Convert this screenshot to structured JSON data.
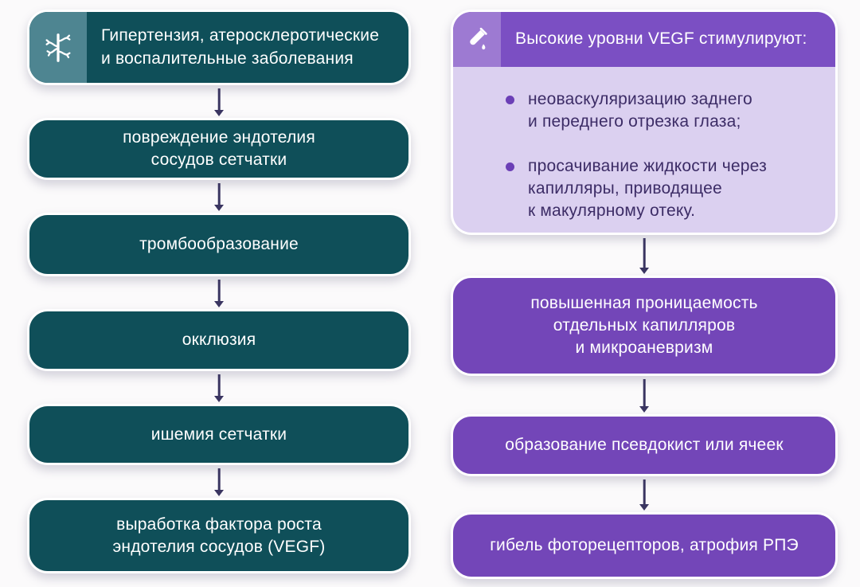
{
  "colors": {
    "bg": "#fbfafb",
    "teal_dark": "#0f4f59",
    "teal_icon_bg": "#4e8591",
    "purple_header": "#7b4fc3",
    "purple_icon_bg": "#9d7ad2",
    "purple_body_light": "#dbd0f0",
    "purple_box": "#7346b8",
    "arrow": "#3a3561",
    "text_light": "#ffffff",
    "text_dark_purple": "#3c2c66",
    "bullet_dot": "#6b3fb6"
  },
  "left_column": {
    "header": {
      "icon": "blood-vessel-icon",
      "text": "Гипертензия, атеросклеротические\nи воспалительные заболевания"
    },
    "steps": [
      "повреждение эндотелия\nсосудов сетчатки",
      "тромбообразование",
      "окклюзия",
      "ишемия сетчатки",
      "выработка фактора роста\nэндотелия сосудов (VEGF)"
    ]
  },
  "right_column": {
    "header": {
      "icon": "test-tube-icon",
      "title": "Высокие уровни VEGF стимулируют:",
      "bullets": [
        "неоваскуляризацию заднего\nи переднего отрезка глаза;",
        "просачивание жидкости через\nкапилляры, приводящее\nк макулярному отеку."
      ]
    },
    "steps": [
      "повышенная проницаемость\nотдельных капилляров\nи микроаневризм",
      "образование псевдокист или ячеек",
      "гибель фоторецепторов, атрофия РПЭ"
    ]
  }
}
